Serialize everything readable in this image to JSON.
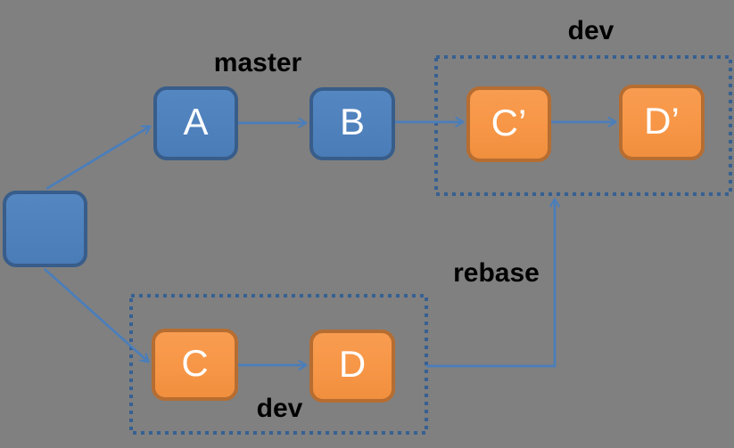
{
  "diagram": {
    "title": "git rebase branch diagram",
    "labels": {
      "master": "master",
      "dev_top": "dev",
      "dev_bottom": "dev",
      "rebase": "rebase"
    },
    "nodes": {
      "root": {
        "label": "",
        "branch": "root",
        "color": "blue"
      },
      "a": {
        "label": "A",
        "branch": "master",
        "color": "blue"
      },
      "b": {
        "label": "B",
        "branch": "master",
        "color": "blue"
      },
      "c_prime": {
        "label": "C’",
        "branch": "dev (rebased)",
        "color": "orange"
      },
      "d_prime": {
        "label": "D’",
        "branch": "dev (rebased)",
        "color": "orange"
      },
      "c": {
        "label": "C",
        "branch": "dev (original)",
        "color": "orange"
      },
      "d": {
        "label": "D",
        "branch": "dev (original)",
        "color": "orange"
      }
    },
    "edges": [
      {
        "from": "root",
        "to": "A"
      },
      {
        "from": "A",
        "to": "B"
      },
      {
        "from": "B",
        "to": "C’"
      },
      {
        "from": "C’",
        "to": "D’"
      },
      {
        "from": "root",
        "to": "C"
      },
      {
        "from": "C",
        "to": "D"
      },
      {
        "from": "dev (original)",
        "to": "dev (rebased)",
        "label": "rebase"
      }
    ],
    "colors": {
      "background": "#808080",
      "node_blue_fill": "#4f81bd",
      "node_blue_border": "#385d8a",
      "node_orange_fill": "#f79646",
      "node_orange_border": "#b66d31",
      "arrow": "#4a7ebb",
      "branch_box_border": "#376092",
      "label_text": "#000000",
      "node_text": "#ffffff"
    }
  }
}
